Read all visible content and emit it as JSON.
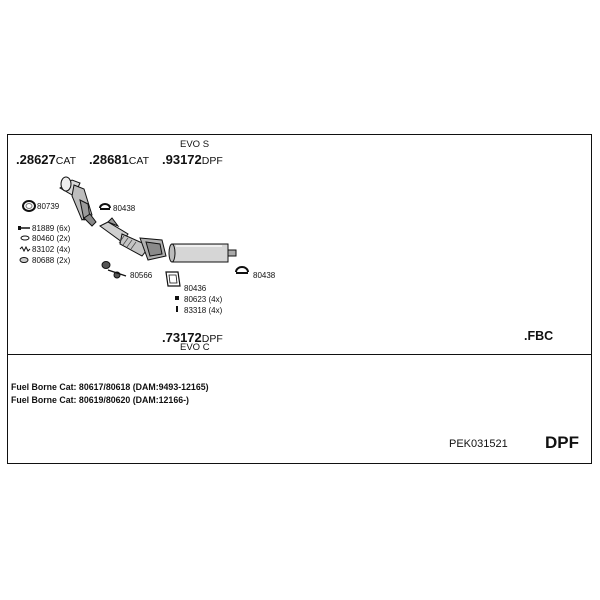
{
  "top_labels": {
    "evo_s": "EVO S",
    "evo_c": "EVO C"
  },
  "parts": [
    {
      "number": ".28627",
      "suffix": "CAT"
    },
    {
      "number": ".28681",
      "suffix": "CAT"
    },
    {
      "number": ".93172",
      "suffix": "DPF"
    },
    {
      "number": ".73172",
      "suffix": "DPF"
    }
  ],
  "fbc": ".FBC",
  "accessories": {
    "clamp_80739": "80739",
    "clamp_80438_a": "80438",
    "bolt_81889": "81889 (6x)",
    "washer_80460": "80460 (2x)",
    "spring_83102": "83102 (4x)",
    "nut_80688": "80688 (2x)",
    "hanger_80566": "80566",
    "gasket_80436": "80436",
    "part_80623": "80623 (4x)",
    "part_83318": "83318 (4x)",
    "clamp_80438_b": "80438"
  },
  "notes": [
    "Fuel Borne Cat: 80617/80618 (DAM:9493-12165)",
    "Fuel Borne Cat: 80619/80620 (DAM:12166-)"
  ],
  "kit_code": "PEK031521",
  "kit_type": "DPF",
  "colors": {
    "line": "#111111",
    "part_fill": "#d9d9d9",
    "part_shade": "#9a9a9a"
  }
}
